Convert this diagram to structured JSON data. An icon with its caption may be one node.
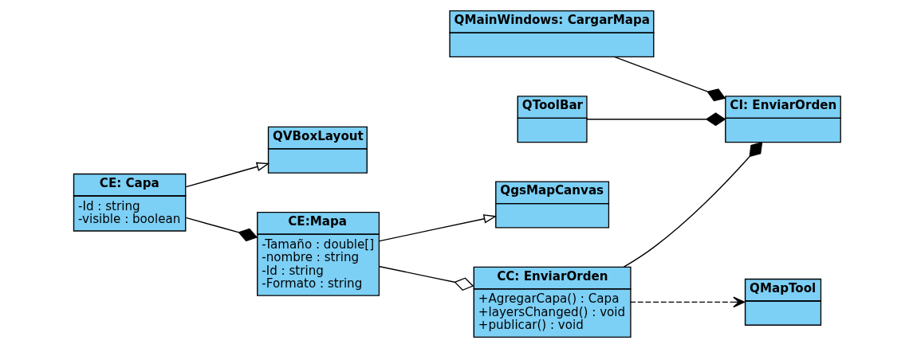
{
  "diagram": {
    "nodes": [
      {
        "text": [
          "QMainWindows: CargarMapa"
        ]
      },
      {
        "text": [
          "QVBoxLayout"
        ]
      },
      {
        "text": [
          "CE: Capa",
          "-Id : string",
          "-visible : boolean"
        ]
      },
      {
        "text": [
          "CI: EnviarOrden"
        ]
      },
      {
        "text": [
          "CC: EnviarOrden",
          "+AgregarCapa() : Capa",
          "+layersChanged() : void",
          "+publicar() : void"
        ]
      },
      {
        "text": [
          "CE:Mapa",
          "-Tamaño : double[]",
          "-nombre : string",
          "-Id : string",
          "-Formato : string"
        ]
      },
      {
        "text": [
          "QgsMapCanvas"
        ]
      },
      {
        "text": [
          "QToolBar"
        ]
      },
      {
        "text": [
          "QMapTool"
        ]
      }
    ],
    "edges": [
      {
        "from": 0,
        "to": 3,
        "arrow": "other"
      },
      {
        "from": 7,
        "to": 3,
        "arrow": "other"
      },
      {
        "from": 4,
        "to": 3,
        "arrow": "other"
      },
      {
        "from": 5,
        "to": 4,
        "arrow": "other"
      },
      {
        "from": 2,
        "to": 5,
        "arrow": "other"
      },
      {
        "from": 2,
        "to": 1,
        "arrow": "to"
      },
      {
        "from": 5,
        "to": 6,
        "arrow": "to"
      },
      {
        "from": 4,
        "to": 8,
        "arrow": "to",
        "style": "dashed"
      }
    ]
  }
}
